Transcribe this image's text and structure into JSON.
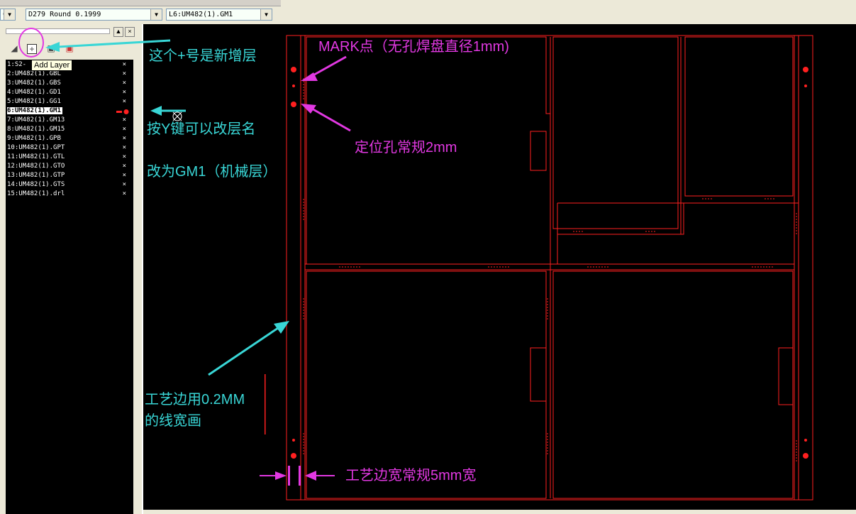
{
  "toolbar": {
    "combo_left": "C",
    "dcode_combo": "D279  Round 0.1999",
    "layer_combo": "L6:UM482(1).GM1"
  },
  "layer_panel": {
    "tooltip": "Add Layer",
    "layers": [
      {
        "label": "1:S2-",
        "active": false
      },
      {
        "label": "2:UM482(1).GBL",
        "active": false
      },
      {
        "label": "3:UM482(1).GBS",
        "active": false
      },
      {
        "label": "4:UM482(1).GD1",
        "active": false
      },
      {
        "label": "5:UM482(1).GG1",
        "active": false
      },
      {
        "label": "6:UM482(1).GM1",
        "active": true
      },
      {
        "label": "7:UM482(1).GM13",
        "active": false
      },
      {
        "label": "8:UM482(1).GM15",
        "active": false
      },
      {
        "label": "9:UM482(1).GPB",
        "active": false
      },
      {
        "label": "10:UM482(1).GPT",
        "active": false
      },
      {
        "label": "11:UM482(1).GTL",
        "active": false
      },
      {
        "label": "12:UM482(1).GTO",
        "active": false
      },
      {
        "label": "13:UM482(1).GTP",
        "active": false
      },
      {
        "label": "14:UM482(1).GTS",
        "active": false
      },
      {
        "label": "15:UM482(1).drl",
        "active": false
      }
    ],
    "close_mark": "×"
  },
  "annotations": {
    "add_layer_note": "这个+号是新增层",
    "rename_note": "按Y键可以改层名",
    "rename_target": "改为GM1（机械层）",
    "mark_note": "MARK点（无孔焊盘直径1mm)",
    "locating_hole_note": "定位孔常规2mm",
    "edge_line_note_1": "工艺边用0.2MM",
    "edge_line_note_2": "的线宽画",
    "edge_width_note": "工艺边宽常规5mm宽"
  },
  "colors": {
    "cyan_annotation": "#39d6d6",
    "magenta_annotation": "#e238e2",
    "outline": "#ff2020"
  },
  "icons": [
    "add-layer-icon",
    "layer-color-icon",
    "layer-tool-icon",
    "layer-delete-icon"
  ]
}
